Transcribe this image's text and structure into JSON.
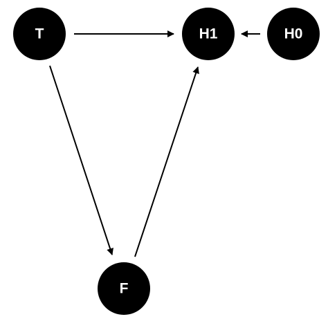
{
  "diagram": {
    "node_color": "#000000",
    "label_color": "#ffffff",
    "edge_color": "#000000",
    "nodes": {
      "t": {
        "label": "T"
      },
      "h1": {
        "label": "H1"
      },
      "h0": {
        "label": "H0"
      },
      "f": {
        "label": "F"
      }
    },
    "edges": [
      {
        "from": "T",
        "to": "H1"
      },
      {
        "from": "H0",
        "to": "H1"
      },
      {
        "from": "T",
        "to": "F"
      },
      {
        "from": "F",
        "to": "H1"
      }
    ]
  }
}
